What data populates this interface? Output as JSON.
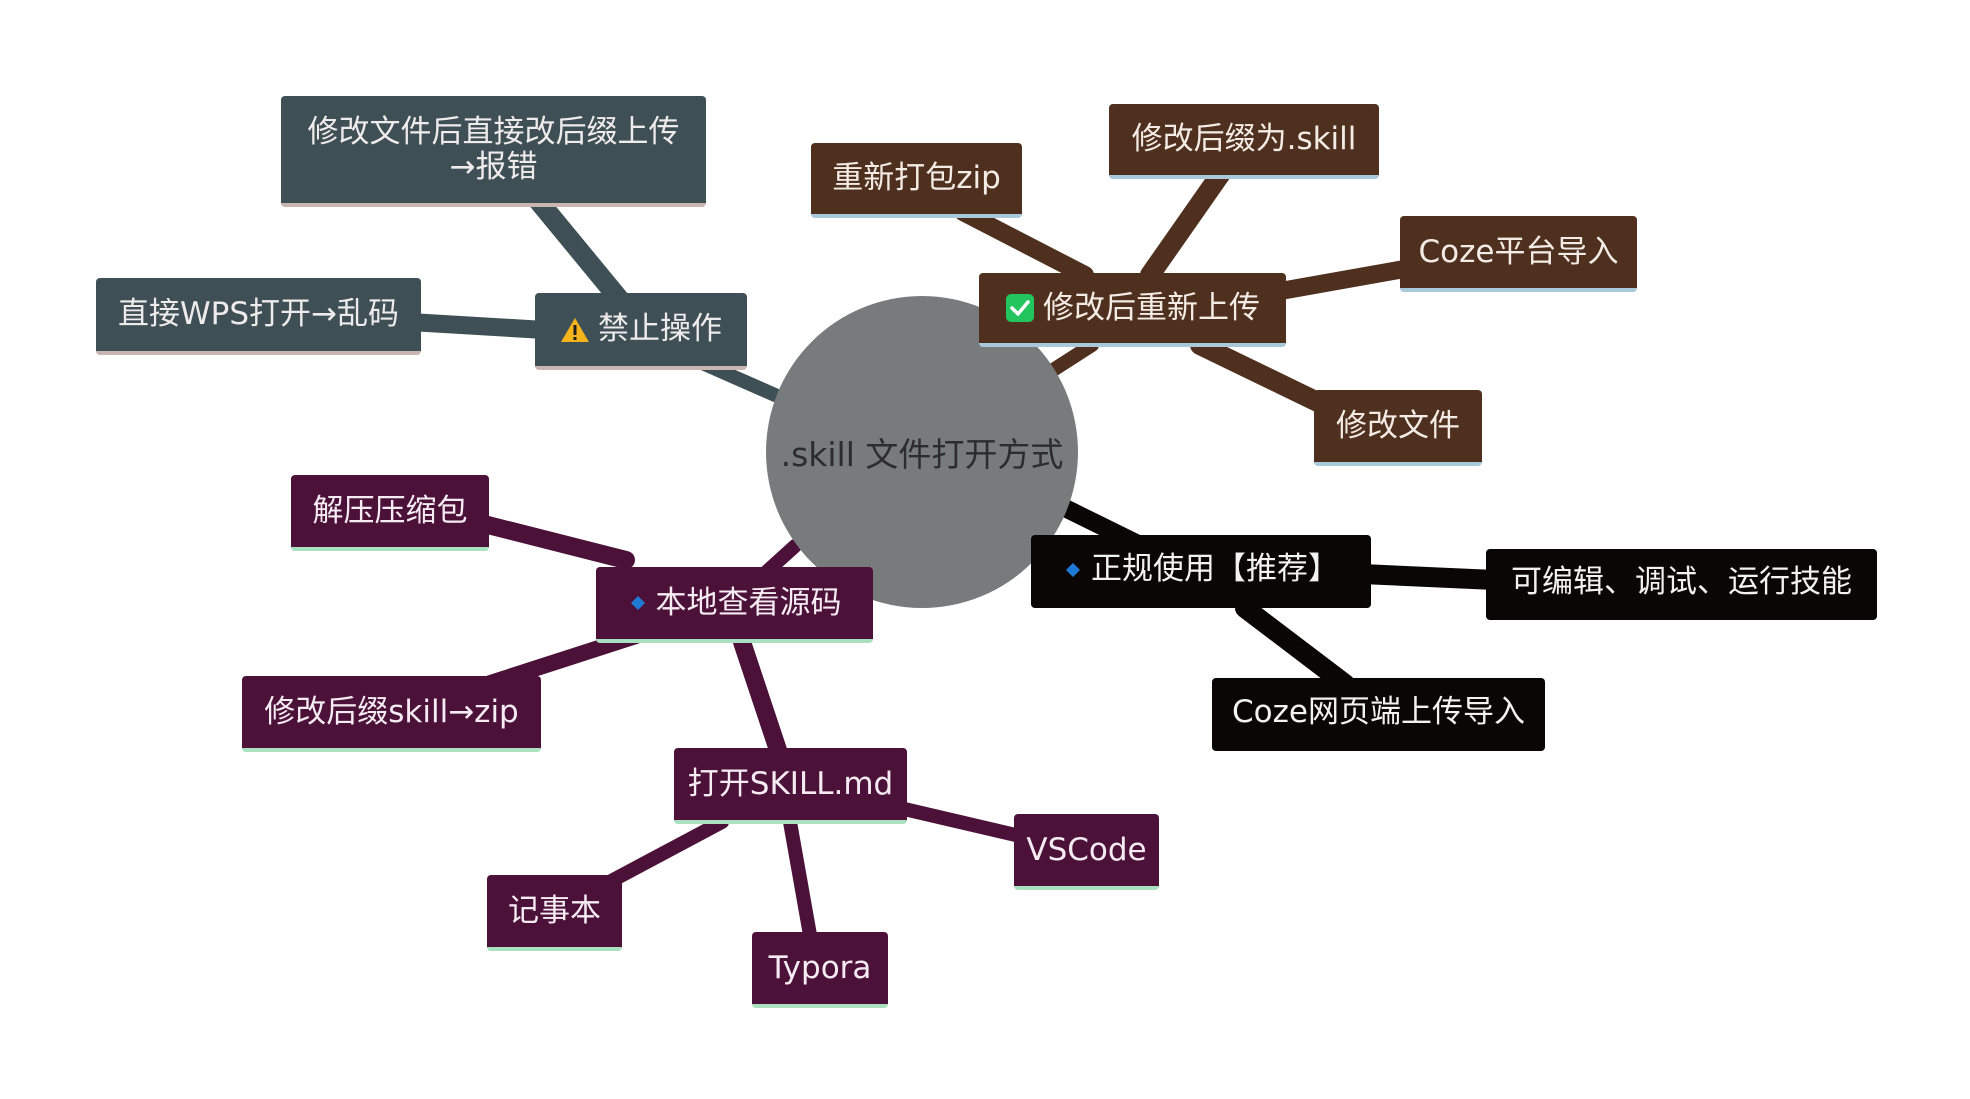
{
  "mindmap": {
    "center": {
      "label": ".skill 文件打开方式"
    },
    "branches": {
      "forbidden": {
        "label": "禁止操作",
        "icon": "warning-icon",
        "color": "#3e4f55",
        "children": [
          {
            "label": "直接WPS打开→乱码"
          },
          {
            "label": "修改文件后直接改后缀上传→报错"
          }
        ]
      },
      "reupload": {
        "label": "修改后重新上传",
        "icon": "check-box-icon",
        "color": "#4f301e",
        "children": [
          {
            "label": "重新打包zip"
          },
          {
            "label": "修改后缀为.skill"
          },
          {
            "label": "Coze平台导入"
          },
          {
            "label": "修改文件"
          }
        ]
      },
      "official": {
        "label": "正规使用【推荐】",
        "icon": "blue-diamond-icon",
        "color": "#0b0606",
        "children": [
          {
            "label": "可编辑、调试、运行技能"
          },
          {
            "label": "Coze网页端上传导入"
          }
        ]
      },
      "local": {
        "label": "本地查看源码",
        "icon": "blue-diamond-icon",
        "color": "#4c1139",
        "children": [
          {
            "label": "解压压缩包"
          },
          {
            "label": "修改后缀skill→zip"
          },
          {
            "label": "打开SKILL.md",
            "children": [
              {
                "label": "VSCode"
              },
              {
                "label": "记事本"
              },
              {
                "label": "Typora"
              }
            ]
          }
        ]
      }
    }
  }
}
